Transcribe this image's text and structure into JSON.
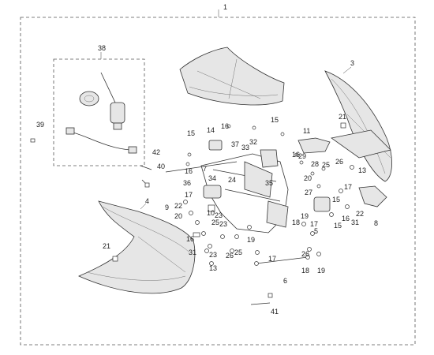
{
  "labels": {
    "l1": "1",
    "l3": "3",
    "l4": "4",
    "l5": "5",
    "l6": "6",
    "l7": "7",
    "l8": "8",
    "l9": "9",
    "l10": "10",
    "l11": "11",
    "l13a": "13",
    "l13b": "13",
    "l14": "14",
    "l15a": "15",
    "l15b": "15",
    "l15c": "15",
    "l15d": "15",
    "l16a": "16",
    "l16b": "16",
    "l16c": "16",
    "l16d": "16",
    "l16e": "16",
    "l17a": "17",
    "l17b": "17",
    "l17c": "17",
    "l17d": "17",
    "l18a": "18",
    "l18b": "18",
    "l19a": "19",
    "l19b": "19",
    "l19c": "19",
    "l20a": "20",
    "l20b": "20",
    "l21a": "21",
    "l21b": "21",
    "l22a": "22",
    "l22b": "22",
    "l23a": "23",
    "l23b": "23",
    "l23c": "23",
    "l24": "24",
    "l25a": "25",
    "l25b": "25",
    "l25c": "25",
    "l26a": "26",
    "l26b": "26",
    "l26c": "26",
    "l27": "27",
    "l28": "28",
    "l29": "29",
    "l31a": "31",
    "l31b": "31",
    "l32": "32",
    "l33": "33",
    "l34": "34",
    "l35": "35",
    "l36": "36",
    "l37": "37",
    "l38": "38",
    "l39": "39",
    "l40": "40",
    "l41": "41",
    "l42": "42"
  }
}
